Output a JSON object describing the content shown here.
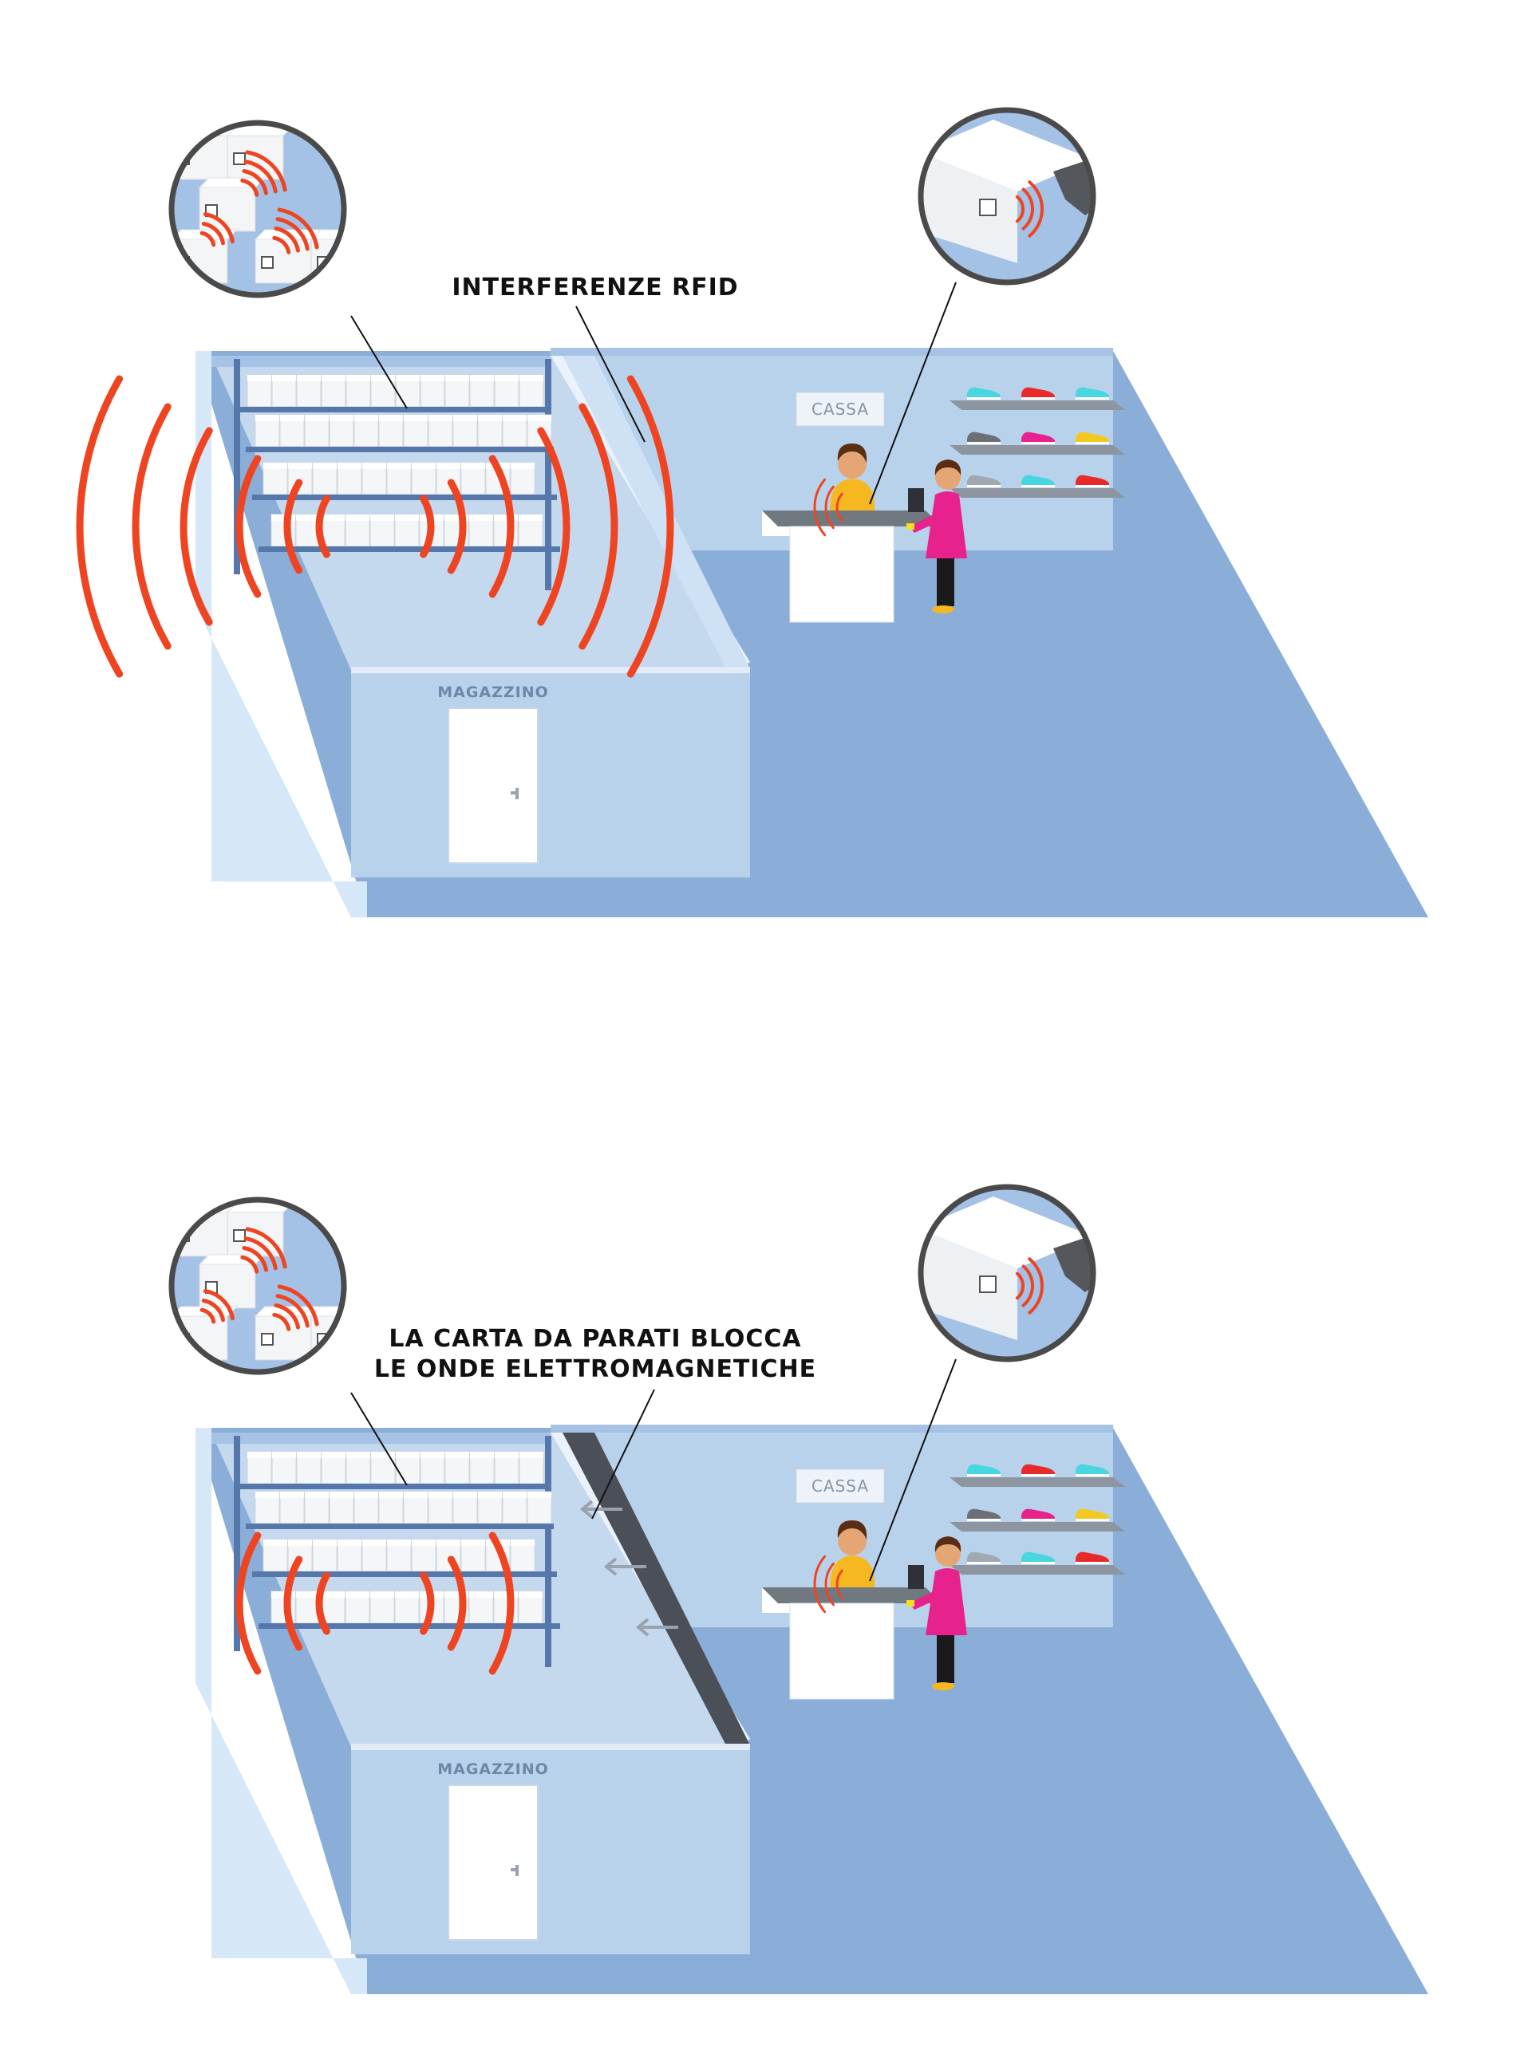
{
  "panels": [
    {
      "caption_lines": [
        "INTERFERENZE RFID"
      ],
      "cashier_sign": "CASSA",
      "storeroom_label": "MAGAZZINO",
      "shielded": false
    },
    {
      "caption_lines": [
        "LA CARTA DA PARATI BLOCCA",
        "LE ONDE ELETTROMAGNETICHE"
      ],
      "cashier_sign": "CASSA",
      "storeroom_label": "MAGAZZINO",
      "shielded": true
    }
  ],
  "colors": {
    "floor": "#8aaed8",
    "wall_light": "#d6e8f8",
    "wall_mid": "#b9d2ec",
    "wall_top": "#a6c2e4",
    "shelf": "#5577aa",
    "box": "#f4f6f8",
    "wave": "#ee4422",
    "wallpaper": "#4b5058",
    "circle_border": "#4a4a4a",
    "person_cashier": "#f5b820",
    "person_customer": "#e8228c"
  },
  "icons": [
    "rfid-tag-icon",
    "rfid-reader-icon",
    "door-icon",
    "arrow-left-icon",
    "shoe-icon"
  ]
}
